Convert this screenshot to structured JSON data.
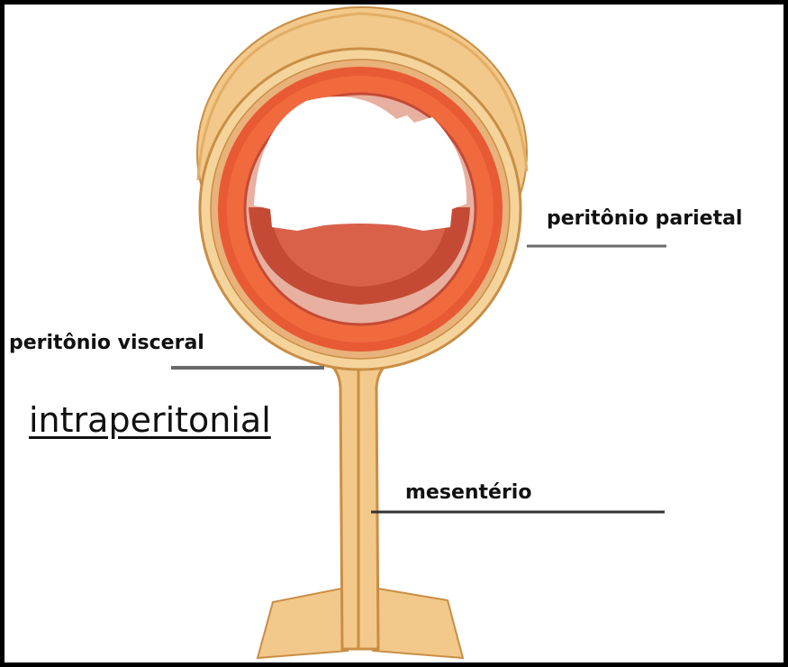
{
  "labels": {
    "parietal": "peritônio parietal",
    "visceral": "peritônio visceral",
    "mesentery": "mesentério",
    "title": "intraperitonial"
  },
  "colors": {
    "background_border": "#000000",
    "peritoneum": "#F2C98A",
    "peritoneum_edge": "#C98E45",
    "muscle_outer": "#E85A34",
    "muscle_inner": "#C44A35",
    "mucosa": "#F0B7A0",
    "leader_line": "#6A6A6A"
  }
}
